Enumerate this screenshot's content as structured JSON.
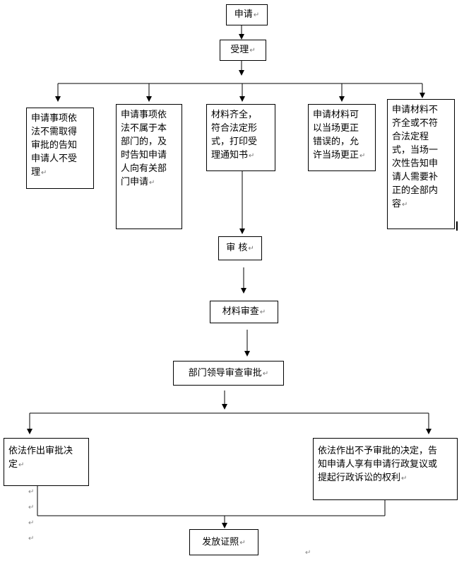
{
  "mark": "↵",
  "nodes": {
    "apply": "申请",
    "accept": "受理",
    "branch1": "申请事项依\n法不需取得\n审批的告知\n申请人不受\n理",
    "branch2": "申请事项依\n法不属于本\n部门的，及\n时告知申请\n人向有关部\n门申请",
    "branch3": "材料齐全，\n符合法定形\n式，打印受\n理通知书",
    "branch4": "申请材料可\n以当场更正\n错误的，允\n许当场更正",
    "branch5": "申请材料不\n齐全或不符\n合法定程\n式，当场一\n次性告知申\n请人需要补\n正的全部内\n容",
    "review": "审  核",
    "material_review": "材料审查",
    "leader_approval": "部门领导审查审批",
    "approve": "依法作出审批决\n定",
    "reject": "依法作出不予审批的决定，告\n知申请人享有申请行政复议或\n提起行政诉讼的权利",
    "issue": "发放证照"
  }
}
